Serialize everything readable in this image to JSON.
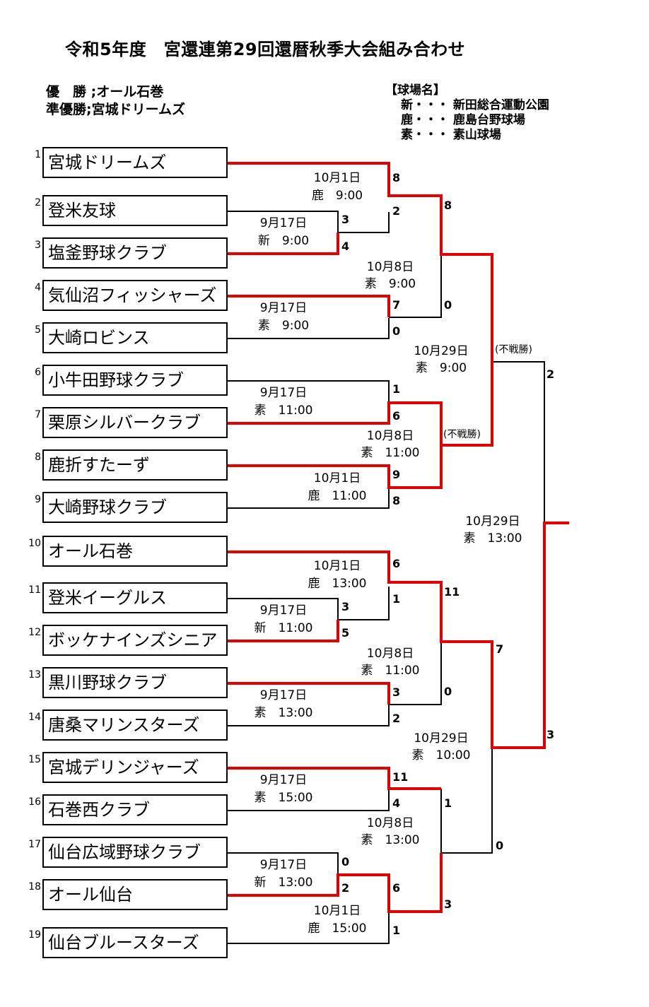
{
  "title": "令和5年度　宮還連第29回還暦秋季大会組み合わせ",
  "results": {
    "champion": "優　勝 ;オール石巻",
    "runner_up": "準優勝;宮城ドリームズ"
  },
  "venues": {
    "heading": "【球場名】",
    "items": [
      "新・・・ 新田総合運動公園",
      "鹿・・・ 鹿島台野球場",
      "素・・・ 素山球場"
    ]
  },
  "teams": [
    {
      "seed": "1",
      "name": "宮城ドリームズ"
    },
    {
      "seed": "2",
      "name": "登米友球"
    },
    {
      "seed": "3",
      "name": "塩釜野球クラブ"
    },
    {
      "seed": "4",
      "name": "気仙沼フィッシャーズ"
    },
    {
      "seed": "5",
      "name": "大崎ロビンス"
    },
    {
      "seed": "6",
      "name": "小牛田野球クラブ"
    },
    {
      "seed": "7",
      "name": "栗原シルバークラブ"
    },
    {
      "seed": "8",
      "name": "鹿折すたーず"
    },
    {
      "seed": "9",
      "name": "大崎野球クラブ"
    },
    {
      "seed": "10",
      "name": "オール石巻"
    },
    {
      "seed": "11",
      "name": "登米イーグルス"
    },
    {
      "seed": "12",
      "name": "ボッケナインズシニア"
    },
    {
      "seed": "13",
      "name": "黒川野球クラブ"
    },
    {
      "seed": "14",
      "name": "唐桑マリンスターズ"
    },
    {
      "seed": "15",
      "name": "宮城デリンジャーズ"
    },
    {
      "seed": "16",
      "name": "石巻西クラブ"
    },
    {
      "seed": "17",
      "name": "仙台広域野球クラブ"
    },
    {
      "seed": "18",
      "name": "オール仙台"
    },
    {
      "seed": "19",
      "name": "仙台ブルースターズ"
    }
  ],
  "dates": [
    {
      "day": "9月17日",
      "time": "新　9:00"
    },
    {
      "day": "9月17日",
      "time": "素　9:00"
    },
    {
      "day": "9月17日",
      "time": "素　11:00"
    },
    {
      "day": "9月17日",
      "time": "新　11:00"
    },
    {
      "day": "9月17日",
      "time": "素　13:00"
    },
    {
      "day": "9月17日",
      "time": "素　15:00"
    },
    {
      "day": "9月17日",
      "time": "新　13:00"
    },
    {
      "day": "10月1日",
      "time": "鹿　9:00"
    },
    {
      "day": "10月1日",
      "time": "鹿　11:00"
    },
    {
      "day": "10月1日",
      "time": "鹿　13:00"
    },
    {
      "day": "10月1日",
      "time": "鹿　15:00"
    },
    {
      "day": "10月8日",
      "time": "素　9:00"
    },
    {
      "day": "10月8日",
      "time": "素　11:00"
    },
    {
      "day": "10月8日",
      "time": "素　11:00"
    },
    {
      "day": "10月8日",
      "time": "素　13:00"
    },
    {
      "day": "10月29日",
      "time": "素　9:00"
    },
    {
      "day": "10月29日",
      "time": "素　10:00"
    },
    {
      "day": "10月29日",
      "time": "素　13:00"
    }
  ],
  "scores": [
    "3",
    "4",
    "8",
    "2",
    "7",
    "0",
    "1",
    "6",
    "9",
    "8",
    "8",
    "0",
    "6",
    "1",
    "3",
    "5",
    "3",
    "2",
    "11",
    "0",
    "11",
    "4",
    "0",
    "2",
    "6",
    "1",
    "1",
    "3",
    "7",
    "0",
    "2",
    "3"
  ],
  "walkovers": [
    "(不戦勝)",
    "(不戦勝)"
  ]
}
